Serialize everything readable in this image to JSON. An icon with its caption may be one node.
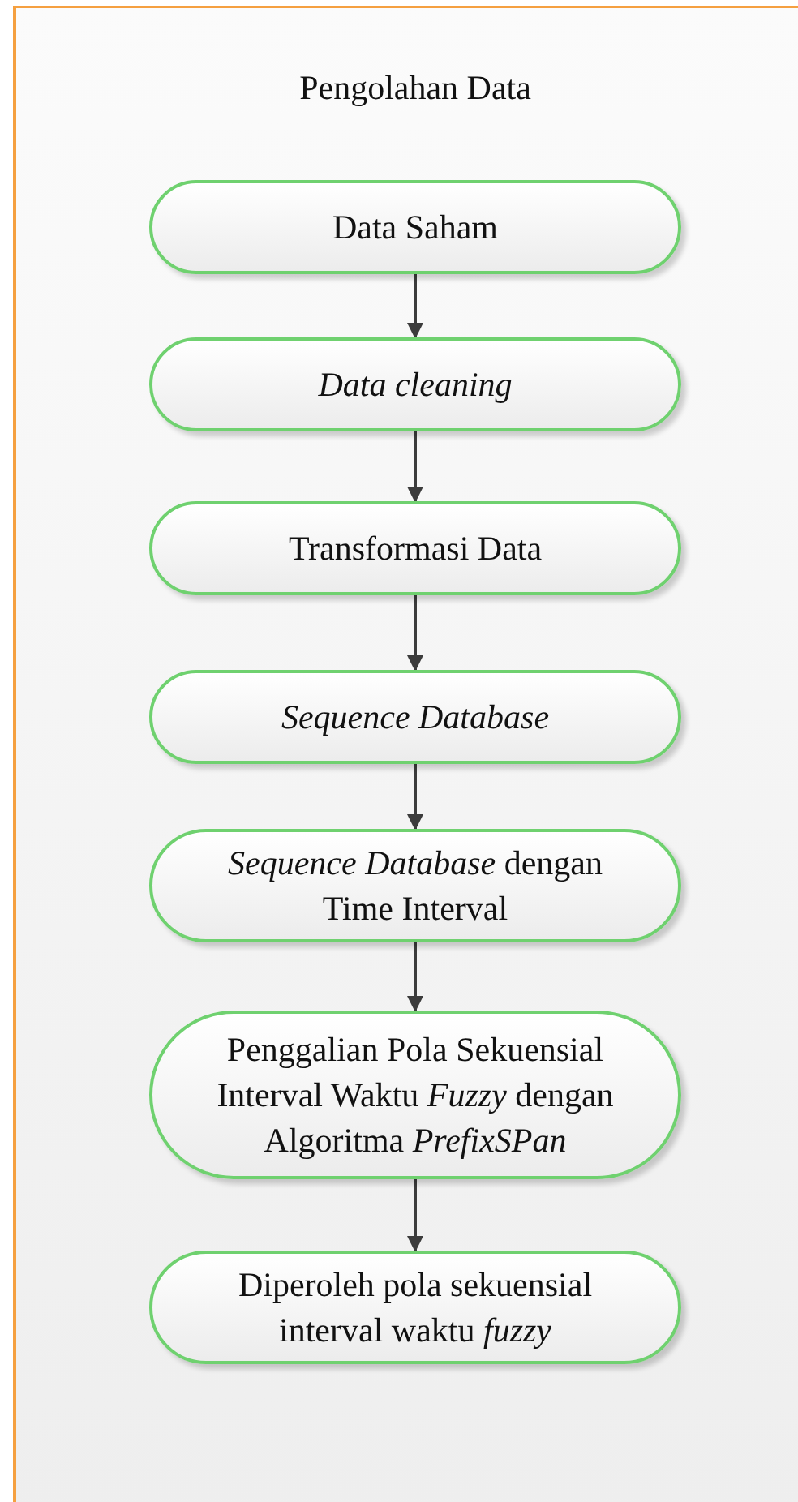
{
  "diagram": {
    "nodes": [
      {
        "text": [
          "Pengolahan Data"
        ]
      },
      {
        "text": [
          "Data Saham"
        ],
        "in": 0
      },
      {
        "text": [
          "Data cleaning"
        ],
        "in": 0
      },
      {
        "text": [
          "Transformasi Data"
        ],
        "in": 0
      },
      {
        "text": [
          "Sequence Database"
        ],
        "in": 0
      },
      {
        "text": [
          "*Sequence Database* dengan Time Interval"
        ],
        "in": 0
      },
      {
        "text": [
          "Penggalian Pola Sekuensial Interval Waktu *Fuzzy* dengan Algoritma *PrefixSPan*"
        ],
        "in": 0
      },
      {
        "text": [
          "Diperoleh pola sekuensial interval waktu *fuzzy*"
        ],
        "in": 0
      }
    ],
    "edges": [
      {
        "from": 1,
        "to": 2,
        "arrow": "to"
      },
      {
        "from": 2,
        "to": 3,
        "arrow": "to"
      },
      {
        "from": 3,
        "to": 4,
        "arrow": "to"
      },
      {
        "from": 4,
        "to": 5,
        "arrow": "to"
      },
      {
        "from": 5,
        "to": 6,
        "arrow": "to"
      },
      {
        "from": 6,
        "to": 7,
        "arrow": "to"
      }
    ]
  }
}
